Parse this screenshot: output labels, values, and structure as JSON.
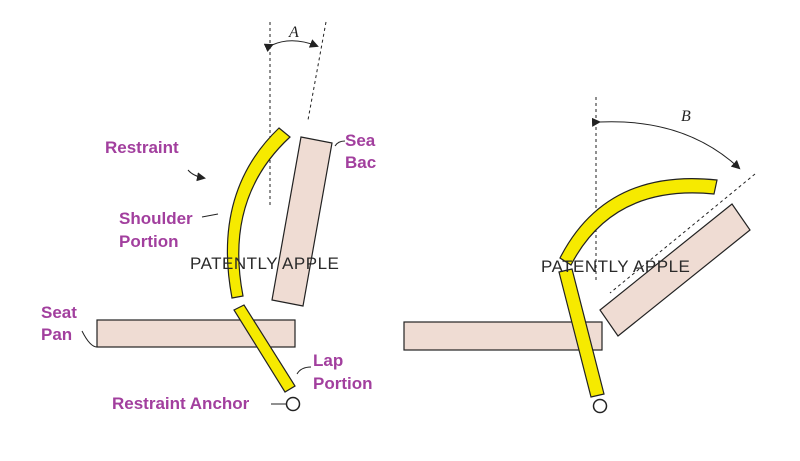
{
  "colors": {
    "label": "#a23f9e",
    "restraint_fill": "#f6ea00",
    "seat_fill": "#efdcd3",
    "outline": "#222222"
  },
  "labels": {
    "restraint": "Restraint",
    "seat_back_line1": "Sea",
    "seat_back_line2": "Bac",
    "shoulder_line1": "Shoulder",
    "shoulder_line2": "Portion",
    "seat_pan_line1": "Seat",
    "seat_pan_line2": "Pan",
    "lap_line1": "Lap",
    "lap_line2": "Portion",
    "restraint_anchor": "Restraint Anchor"
  },
  "angles": {
    "left": "A",
    "right": "B"
  },
  "watermarks": {
    "left": "PATENTLY APPLE",
    "right": "PATENTLY APPLE"
  }
}
